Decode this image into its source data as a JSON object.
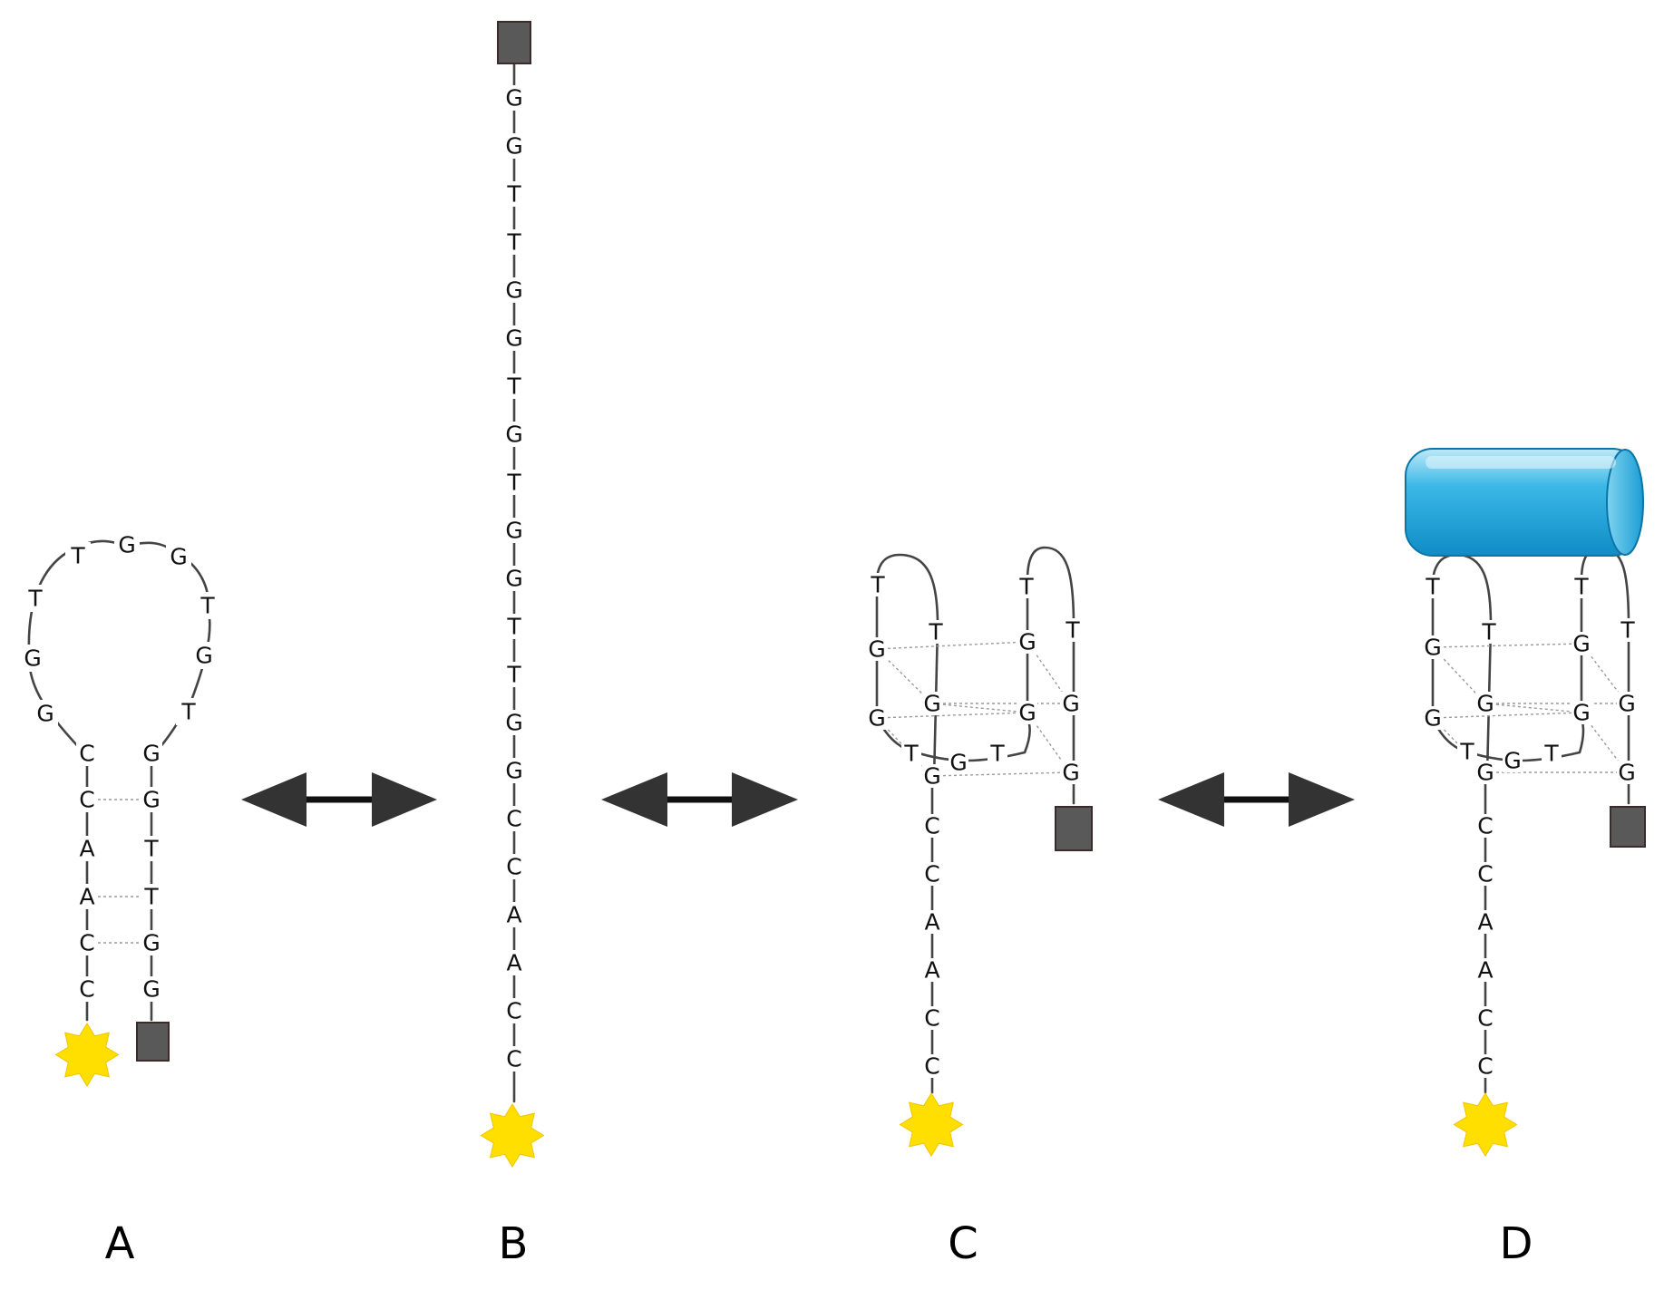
{
  "colors": {
    "fluorophore": "#ffdf00",
    "quencher": "#595959",
    "protein": "#1ea6dc",
    "backbone": "#444444",
    "hydrogen_bond": "#9a9a9a",
    "arrow": "#333333"
  },
  "icons": {
    "fluorophore": "star-fluorophore-icon",
    "quencher": "square-quencher-icon",
    "arrow": "double-headed-arrow-icon",
    "protein": "cylinder-protein-icon"
  },
  "panels": [
    {
      "label": "A",
      "loop": [
        "G",
        "G",
        "T",
        "T",
        "G",
        "G",
        "T",
        "G",
        "T"
      ],
      "stem_left": [
        "C",
        "C",
        "A",
        "A",
        "C",
        "C"
      ],
      "stem_right": [
        "G",
        "G",
        "T",
        "T",
        "G",
        "G"
      ]
    },
    {
      "label": "B",
      "strand": [
        "G",
        "G",
        "T",
        "T",
        "G",
        "G",
        "T",
        "G",
        "T",
        "G",
        "G",
        "T",
        "T",
        "G",
        "G",
        "C",
        "C",
        "A",
        "A",
        "C",
        "C"
      ]
    },
    {
      "label": "C",
      "tail": [
        "C",
        "C",
        "A",
        "A",
        "C",
        "C"
      ],
      "loops": [
        "T",
        "T",
        "T",
        "T",
        "T",
        "G",
        "T"
      ],
      "quartets": [
        "G",
        "G",
        "G",
        "G",
        "G",
        "G",
        "G",
        "G"
      ]
    },
    {
      "label": "D",
      "tail": [
        "C",
        "C",
        "A",
        "A",
        "C",
        "C"
      ],
      "loops": [
        "T",
        "T",
        "T",
        "T",
        "T",
        "G",
        "T"
      ],
      "quartets": [
        "G",
        "G",
        "G",
        "G",
        "G",
        "G",
        "G",
        "G"
      ]
    }
  ]
}
